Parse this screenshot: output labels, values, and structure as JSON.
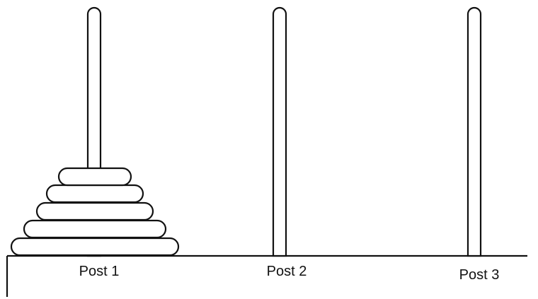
{
  "posts": [
    {
      "label": "Post 1",
      "disk_count": 5
    },
    {
      "label": "Post 2",
      "disk_count": 0
    },
    {
      "label": "Post 3",
      "disk_count": 0
    }
  ],
  "colors": {
    "stroke": "#111111",
    "fill": "#ffffff"
  }
}
